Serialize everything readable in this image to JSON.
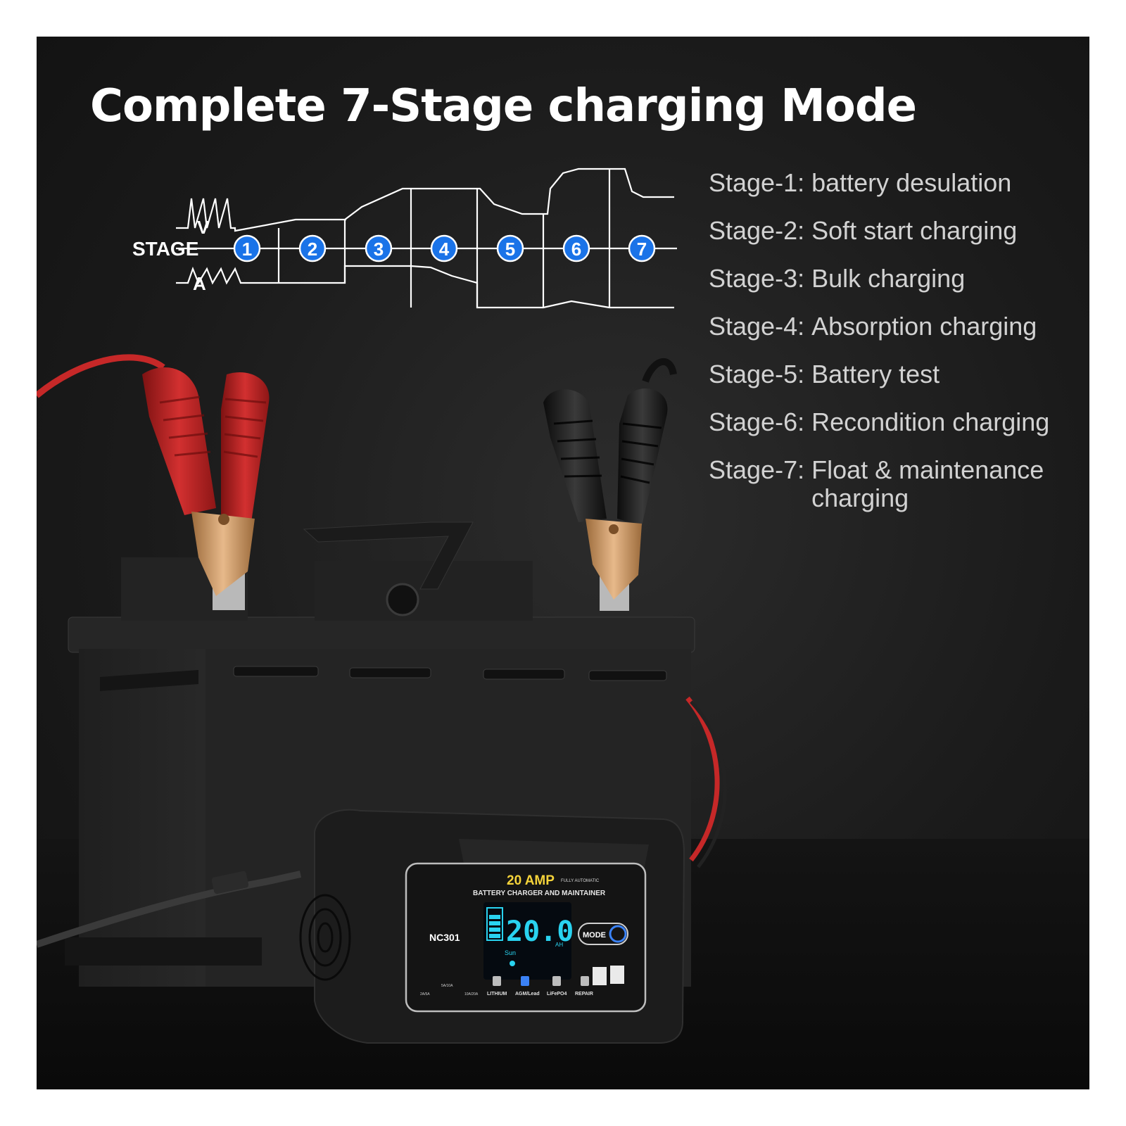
{
  "title": "Complete 7-Stage charging Mode",
  "diagram": {
    "v_label": "V",
    "stage_label": "STAGE",
    "a_label": "A",
    "stage_numbers": [
      "1",
      "2",
      "3",
      "4",
      "5",
      "6",
      "7"
    ],
    "colors": {
      "circle": "#1a73e8",
      "line": "#ffffff"
    }
  },
  "stages": [
    {
      "label": "Stage-1:",
      "text": "battery desulation"
    },
    {
      "label": "Stage-2:",
      "text": "Soft start charging"
    },
    {
      "label": "Stage-3:",
      "text": "Bulk charging"
    },
    {
      "label": "Stage-4:",
      "text": "Absorption charging"
    },
    {
      "label": "Stage-5:",
      "text": "Battery test"
    },
    {
      "label": "Stage-6:",
      "text": "Recondition charging"
    },
    {
      "label": "Stage-7:",
      "text": "Float & maintenance charging"
    }
  ],
  "charger": {
    "amp": "20 AMP",
    "fully": "FULLY AUTOMATIC",
    "subtitle": "BATTERY CHARGER AND MAINTAINER",
    "model": "NC301",
    "display": "20.0",
    "unit": "AH",
    "sun": "Sun",
    "mode": "MODE",
    "current_options": [
      "2A/5A",
      "5A/10A",
      "10A/20A"
    ],
    "battery_types": [
      "LITHIUM",
      "AGM/Lead",
      "LiFePO4",
      "REPAIR"
    ],
    "colors": {
      "lcd": "#29d3f0",
      "amp": "#f5d33a",
      "clamp_red": "#c62828",
      "clamp_black": "#1a1a1a"
    }
  }
}
